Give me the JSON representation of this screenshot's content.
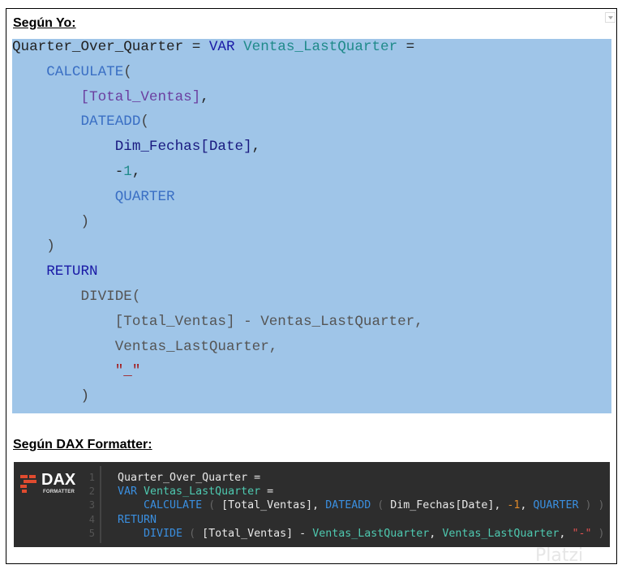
{
  "section1_title": "Según Yo:",
  "section2_title": "Según DAX Formatter:",
  "logo": {
    "title": "DAX",
    "subtitle": "FORMATTER",
    "accent": "#e04b2f"
  },
  "watermark": "Platzi",
  "colors": {
    "keyword": "#1a1aa6",
    "function": "#3a6fc4",
    "variable": "#1f8a8a",
    "measure": "#6b3fa0",
    "string": "#a31515",
    "dark_keyword": "#3a8fe0",
    "dark_variable": "#4ec9b0",
    "dark_number": "#e08a2a",
    "dark_string": "#e05050"
  },
  "code1": [
    {
      "indent": 0,
      "tokens": [
        {
          "t": "Quarter_Over_Quarter = ",
          "c": "#222"
        },
        {
          "t": "VAR ",
          "c": "#1a1aa6"
        },
        {
          "t": "Ventas_LastQuarter",
          "c": "#1f8a8a"
        },
        {
          "t": " =",
          "c": "#222"
        }
      ]
    },
    {
      "indent": 4,
      "tokens": [
        {
          "t": "CALCULATE",
          "c": "#3a6fc4"
        },
        {
          "t": "(",
          "c": "#444"
        }
      ]
    },
    {
      "indent": 8,
      "tokens": [
        {
          "t": "[Total_Ventas]",
          "c": "#6b3fa0"
        },
        {
          "t": ",",
          "c": "#222"
        }
      ]
    },
    {
      "indent": 8,
      "tokens": [
        {
          "t": "DATEADD",
          "c": "#3a6fc4"
        },
        {
          "t": "(",
          "c": "#444"
        }
      ]
    },
    {
      "indent": 12,
      "tokens": [
        {
          "t": "Dim_Fechas[Date]",
          "c": "#1a1a80"
        },
        {
          "t": ",",
          "c": "#222"
        }
      ]
    },
    {
      "indent": 12,
      "tokens": [
        {
          "t": "-",
          "c": "#222"
        },
        {
          "t": "1",
          "c": "#1f8a8a"
        },
        {
          "t": ",",
          "c": "#222"
        }
      ]
    },
    {
      "indent": 12,
      "tokens": [
        {
          "t": "QUARTER",
          "c": "#3a6fc4"
        }
      ]
    },
    {
      "indent": 8,
      "tokens": [
        {
          "t": ")",
          "c": "#444"
        }
      ]
    },
    {
      "indent": 4,
      "tokens": [
        {
          "t": ")",
          "c": "#444"
        }
      ]
    },
    {
      "indent": 4,
      "tokens": [
        {
          "t": "RETURN",
          "c": "#1a1aa6"
        }
      ]
    },
    {
      "indent": 8,
      "tokens": [
        {
          "t": "DIVIDE(",
          "c": "#555"
        }
      ]
    },
    {
      "indent": 12,
      "tokens": [
        {
          "t": "[Total_Ventas] - Ventas_LastQuarter,",
          "c": "#555"
        }
      ]
    },
    {
      "indent": 12,
      "tokens": [
        {
          "t": "Ventas_LastQuarter,",
          "c": "#555"
        }
      ]
    },
    {
      "indent": 12,
      "tokens": [
        {
          "t": "\"_\"",
          "c": "#a31515"
        }
      ]
    },
    {
      "indent": 8,
      "tokens": [
        {
          "t": ")",
          "c": "#444"
        }
      ]
    }
  ],
  "code2": [
    {
      "num": "1",
      "tokens": [
        {
          "t": "Quarter_Over_Quarter =",
          "c": "#e8e8e8"
        }
      ]
    },
    {
      "num": "2",
      "tokens": [
        {
          "t": "VAR ",
          "c": "#3a8fe0"
        },
        {
          "t": "Ventas_LastQuarter",
          "c": "#4ec9b0"
        },
        {
          "t": " =",
          "c": "#e8e8e8"
        }
      ]
    },
    {
      "num": "3",
      "tokens": [
        {
          "t": "    CALCULATE",
          "c": "#3a8fe0"
        },
        {
          "t": " ( ",
          "c": "#666"
        },
        {
          "t": "[Total_Ventas], ",
          "c": "#e8e8e8"
        },
        {
          "t": "DATEADD",
          "c": "#3a8fe0"
        },
        {
          "t": " ( ",
          "c": "#666"
        },
        {
          "t": "Dim_Fechas[Date], ",
          "c": "#e8e8e8"
        },
        {
          "t": "-1",
          "c": "#e08a2a"
        },
        {
          "t": ", ",
          "c": "#e8e8e8"
        },
        {
          "t": "QUARTER",
          "c": "#3a8fe0"
        },
        {
          "t": " ) )",
          "c": "#666"
        }
      ]
    },
    {
      "num": "4",
      "tokens": [
        {
          "t": "RETURN",
          "c": "#3a8fe0"
        }
      ]
    },
    {
      "num": "5",
      "tokens": [
        {
          "t": "    DIVIDE",
          "c": "#3a8fe0"
        },
        {
          "t": " ( ",
          "c": "#666"
        },
        {
          "t": "[Total_Ventas] - ",
          "c": "#e8e8e8"
        },
        {
          "t": "Ventas_LastQuarter",
          "c": "#4ec9b0"
        },
        {
          "t": ", ",
          "c": "#e8e8e8"
        },
        {
          "t": "Ventas_LastQuarter",
          "c": "#4ec9b0"
        },
        {
          "t": ", ",
          "c": "#e8e8e8"
        },
        {
          "t": "\"-\"",
          "c": "#e05050"
        },
        {
          "t": " )",
          "c": "#666"
        }
      ]
    }
  ]
}
